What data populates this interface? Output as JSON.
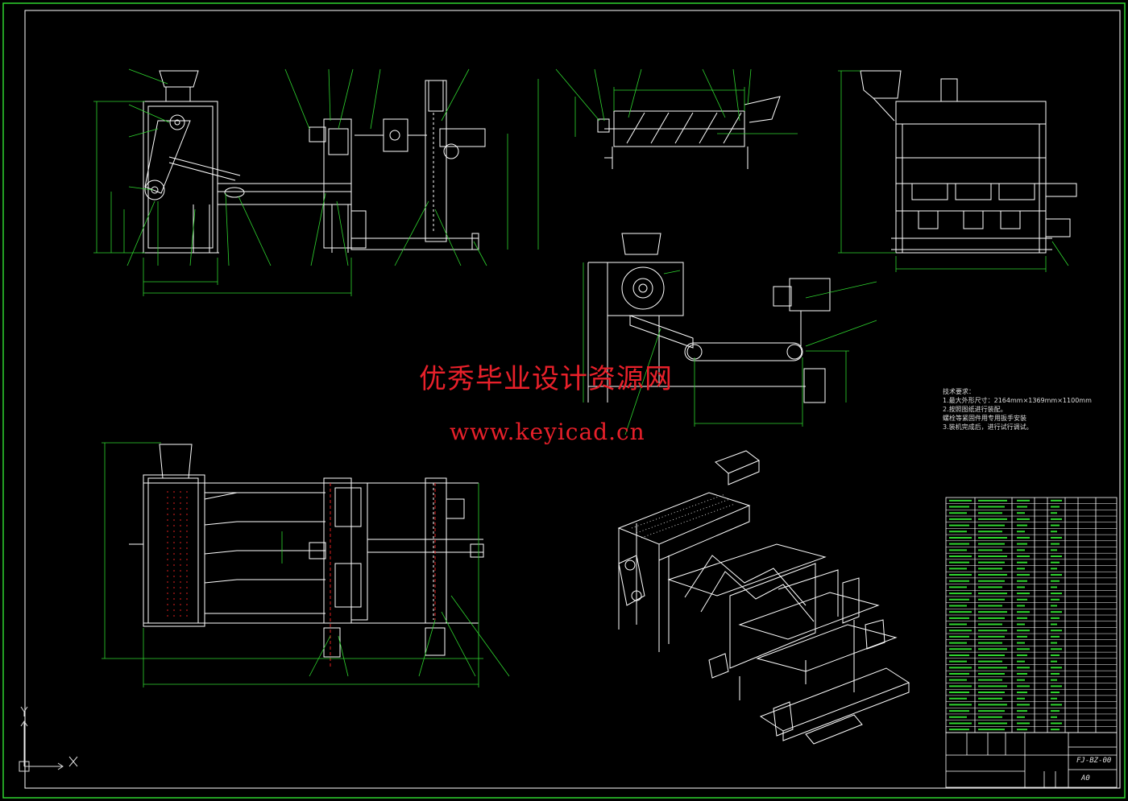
{
  "watermark": {
    "title_cn": "优秀毕业设计资源网",
    "url": "www.keyicad.cn"
  },
  "tech_notes": {
    "heading": "技术要求：",
    "lines": [
      "1.最大外形尺寸：2164mm×1369mm×1100mm",
      "2.按照图纸进行装配。",
      "螺栓等紧固件用专用扳手安装",
      "3.装机完成后，进行试行调试。"
    ]
  },
  "title_block": {
    "drawing_number": "FJ-BZ-00",
    "sheet_size": "A0"
  },
  "colors": {
    "background": "#000000",
    "border": "#2fd62f",
    "geometry": "#ffffff",
    "dimension": "#2fd62f",
    "leader": "#e02020",
    "watermark": "#e8202a"
  },
  "icons": {
    "ucs": "ucs-axis-icon"
  }
}
